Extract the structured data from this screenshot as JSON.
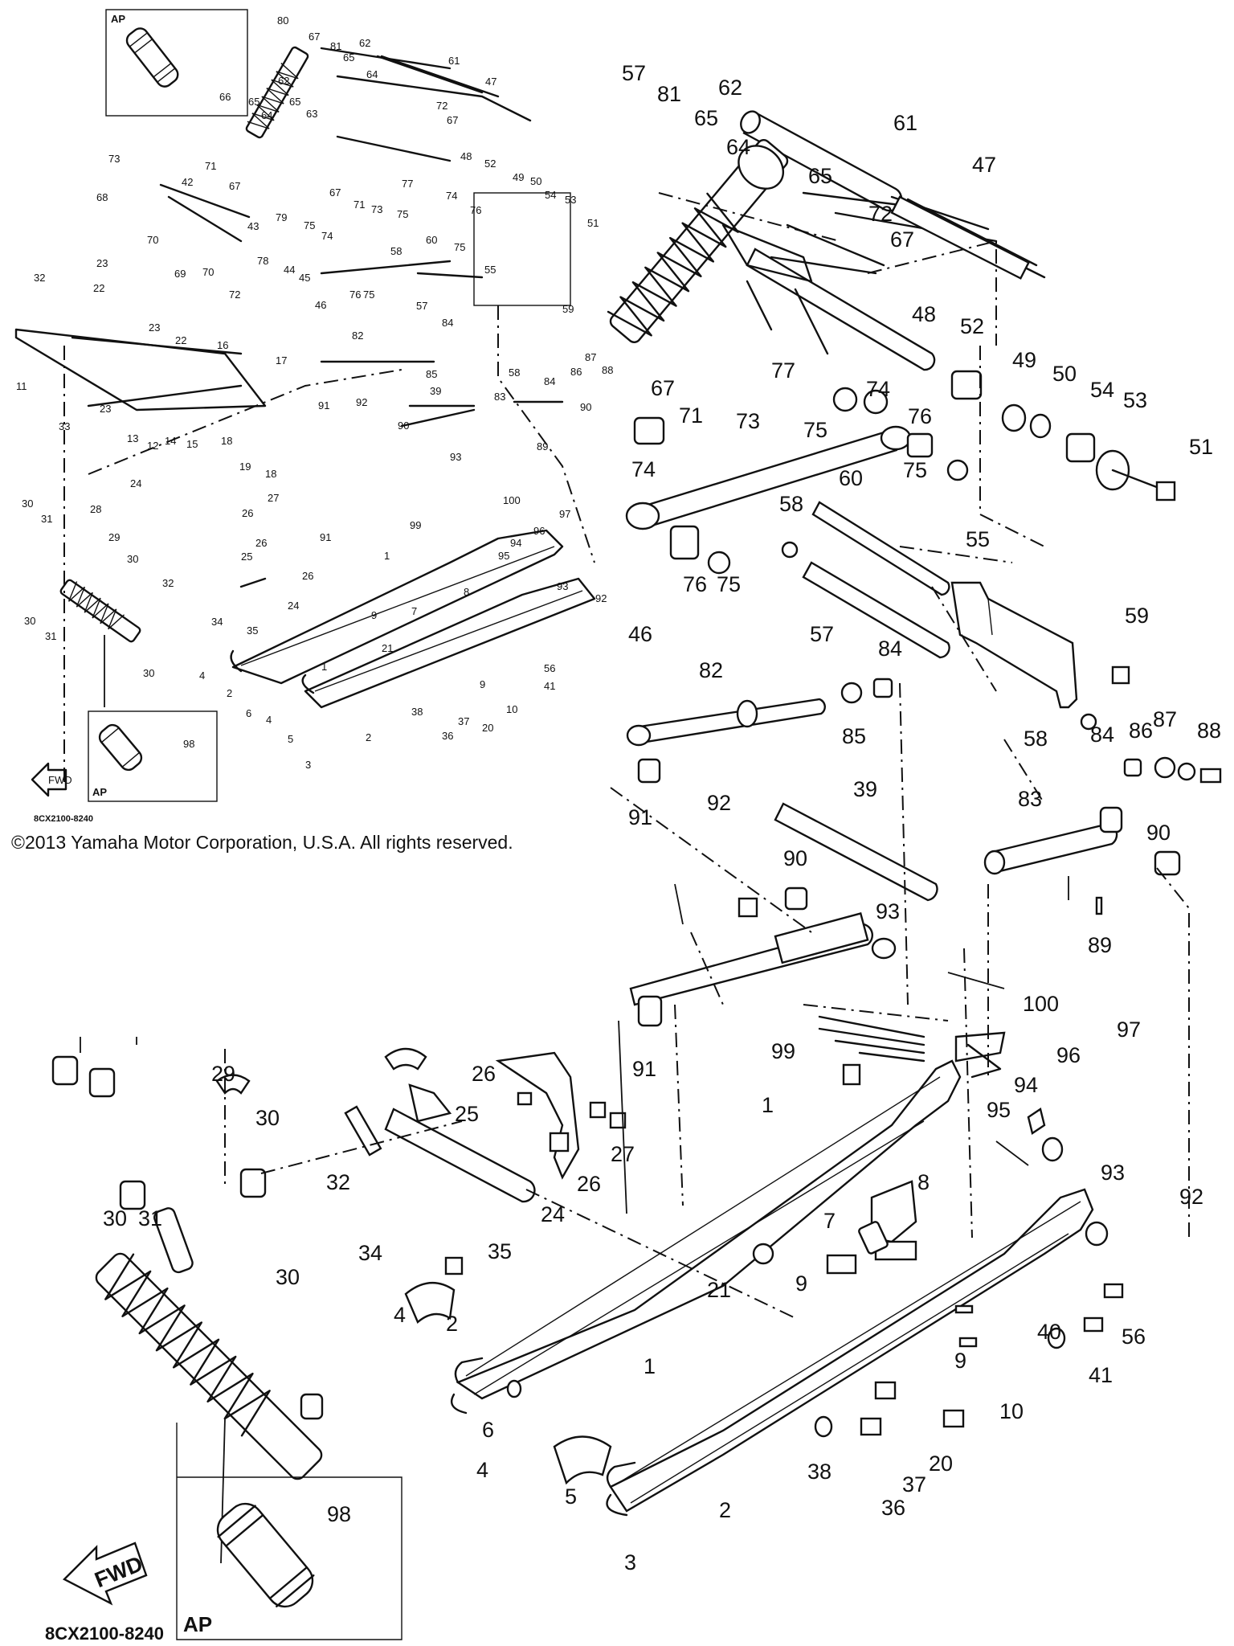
{
  "copyright": "©2013 Yamaha Motor Corporation, U.S.A. All rights reserved.",
  "diagram_code": "8CX2100-8240",
  "inset_label": "AP",
  "fwd_label": "FWD",
  "large_callouts": [
    {
      "id": "c57",
      "text": "57"
    },
    {
      "id": "c81",
      "text": "81"
    },
    {
      "id": "c62",
      "text": "62"
    },
    {
      "id": "c65a",
      "text": "65"
    },
    {
      "id": "c64",
      "text": "64"
    },
    {
      "id": "c61",
      "text": "61"
    },
    {
      "id": "c47",
      "text": "47"
    },
    {
      "id": "c65b",
      "text": "65"
    },
    {
      "id": "c72",
      "text": "72"
    },
    {
      "id": "c67a",
      "text": "67"
    },
    {
      "id": "c48",
      "text": "48"
    },
    {
      "id": "c52",
      "text": "52"
    },
    {
      "id": "c49",
      "text": "49"
    },
    {
      "id": "c50",
      "text": "50"
    },
    {
      "id": "c54",
      "text": "54"
    },
    {
      "id": "c53",
      "text": "53"
    },
    {
      "id": "c51",
      "text": "51"
    },
    {
      "id": "c77",
      "text": "77"
    },
    {
      "id": "c74a",
      "text": "74"
    },
    {
      "id": "c75a",
      "text": "75"
    },
    {
      "id": "c76a",
      "text": "76"
    },
    {
      "id": "c67b",
      "text": "67"
    },
    {
      "id": "c71",
      "text": "71"
    },
    {
      "id": "c73",
      "text": "73"
    },
    {
      "id": "c74b",
      "text": "74"
    },
    {
      "id": "c75b",
      "text": "75"
    },
    {
      "id": "c60",
      "text": "60"
    },
    {
      "id": "c58a",
      "text": "58"
    },
    {
      "id": "c76b",
      "text": "76"
    },
    {
      "id": "c75c",
      "text": "75"
    },
    {
      "id": "c55",
      "text": "55"
    },
    {
      "id": "c59",
      "text": "59"
    },
    {
      "id": "c46",
      "text": "46"
    },
    {
      "id": "c57b",
      "text": "57"
    },
    {
      "id": "c82",
      "text": "82"
    },
    {
      "id": "c84a",
      "text": "84"
    },
    {
      "id": "c85",
      "text": "85"
    },
    {
      "id": "c58b",
      "text": "58"
    },
    {
      "id": "c91a",
      "text": "91"
    },
    {
      "id": "c92a",
      "text": "92"
    },
    {
      "id": "c39",
      "text": "39"
    },
    {
      "id": "c90a",
      "text": "90"
    },
    {
      "id": "c84b",
      "text": "84"
    },
    {
      "id": "c86",
      "text": "86"
    },
    {
      "id": "c87",
      "text": "87"
    },
    {
      "id": "c88",
      "text": "88"
    },
    {
      "id": "c83",
      "text": "83"
    },
    {
      "id": "c90b",
      "text": "90"
    },
    {
      "id": "c89",
      "text": "89"
    },
    {
      "id": "c93a",
      "text": "93"
    },
    {
      "id": "c91b",
      "text": "91"
    },
    {
      "id": "c100",
      "text": "100"
    },
    {
      "id": "c99",
      "text": "99"
    },
    {
      "id": "c97",
      "text": "97"
    },
    {
      "id": "c96",
      "text": "96"
    },
    {
      "id": "c94",
      "text": "94"
    },
    {
      "id": "c95",
      "text": "95"
    },
    {
      "id": "c1a",
      "text": "1"
    },
    {
      "id": "c29",
      "text": "29"
    },
    {
      "id": "c30a",
      "text": "30"
    },
    {
      "id": "c26a",
      "text": "26"
    },
    {
      "id": "c25",
      "text": "25"
    },
    {
      "id": "c27",
      "text": "27"
    },
    {
      "id": "c26b",
      "text": "26"
    },
    {
      "id": "c24",
      "text": "24"
    },
    {
      "id": "c32",
      "text": "32"
    },
    {
      "id": "c30b",
      "text": "30"
    },
    {
      "id": "c31",
      "text": "31"
    },
    {
      "id": "c34",
      "text": "34"
    },
    {
      "id": "c35",
      "text": "35"
    },
    {
      "id": "c8",
      "text": "8"
    },
    {
      "id": "c7",
      "text": "7"
    },
    {
      "id": "c93b",
      "text": "93"
    },
    {
      "id": "c92b",
      "text": "92"
    },
    {
      "id": "c9a",
      "text": "9"
    },
    {
      "id": "c21",
      "text": "21"
    },
    {
      "id": "c30c",
      "text": "30"
    },
    {
      "id": "c4a",
      "text": "4"
    },
    {
      "id": "c2a",
      "text": "2"
    },
    {
      "id": "c40",
      "text": "40"
    },
    {
      "id": "c56",
      "text": "56"
    },
    {
      "id": "c41",
      "text": "41"
    },
    {
      "id": "c9b",
      "text": "9"
    },
    {
      "id": "c10",
      "text": "10"
    },
    {
      "id": "c1b",
      "text": "1"
    },
    {
      "id": "c6",
      "text": "6"
    },
    {
      "id": "c4b",
      "text": "4"
    },
    {
      "id": "c20",
      "text": "20"
    },
    {
      "id": "c37",
      "text": "37"
    },
    {
      "id": "c36",
      "text": "36"
    },
    {
      "id": "c38",
      "text": "38"
    },
    {
      "id": "c5",
      "text": "5"
    },
    {
      "id": "c2b",
      "text": "2"
    },
    {
      "id": "c3",
      "text": "3"
    },
    {
      "id": "c98",
      "text": "98"
    }
  ],
  "small_callouts": [
    {
      "id": "s80",
      "text": "80"
    },
    {
      "id": "s67a",
      "text": "67"
    },
    {
      "id": "s81",
      "text": "81"
    },
    {
      "id": "s62a",
      "text": "62"
    },
    {
      "id": "s61",
      "text": "61"
    },
    {
      "id": "s65a",
      "text": "65"
    },
    {
      "id": "s64a",
      "text": "64"
    },
    {
      "id": "s47",
      "text": "47"
    },
    {
      "id": "s66",
      "text": "66"
    },
    {
      "id": "s62b",
      "text": "62"
    },
    {
      "id": "s65b",
      "text": "65"
    },
    {
      "id": "s65c",
      "text": "65"
    },
    {
      "id": "s72a",
      "text": "72"
    },
    {
      "id": "s64b",
      "text": "64"
    },
    {
      "id": "s63",
      "text": "63"
    },
    {
      "id": "s67b",
      "text": "67"
    },
    {
      "id": "s73a",
      "text": "73"
    },
    {
      "id": "s71a",
      "text": "71"
    },
    {
      "id": "s67c",
      "text": "67"
    },
    {
      "id": "s48",
      "text": "48"
    },
    {
      "id": "s52",
      "text": "52"
    },
    {
      "id": "s42",
      "text": "42"
    },
    {
      "id": "s77",
      "text": "77"
    },
    {
      "id": "s74a",
      "text": "74"
    },
    {
      "id": "s49",
      "text": "49"
    },
    {
      "id": "s50",
      "text": "50"
    },
    {
      "id": "s54",
      "text": "54"
    },
    {
      "id": "s53",
      "text": "53"
    },
    {
      "id": "s67d",
      "text": "67"
    },
    {
      "id": "s71b",
      "text": "71"
    },
    {
      "id": "s68",
      "text": "68"
    },
    {
      "id": "s73b",
      "text": "73"
    },
    {
      "id": "s75a",
      "text": "75"
    },
    {
      "id": "s76a",
      "text": "76"
    },
    {
      "id": "s79",
      "text": "79"
    },
    {
      "id": "s75b",
      "text": "75"
    },
    {
      "id": "s74b",
      "text": "74"
    },
    {
      "id": "s43",
      "text": "43"
    },
    {
      "id": "s51",
      "text": "51"
    },
    {
      "id": "s70a",
      "text": "70"
    },
    {
      "id": "s75c",
      "text": "75"
    },
    {
      "id": "s60",
      "text": "60"
    },
    {
      "id": "s58a",
      "text": "58"
    },
    {
      "id": "s23a",
      "text": "23"
    },
    {
      "id": "s78",
      "text": "78"
    },
    {
      "id": "s44",
      "text": "44"
    },
    {
      "id": "s45",
      "text": "45"
    },
    {
      "id": "s76b",
      "text": "76"
    },
    {
      "id": "s75d",
      "text": "75"
    },
    {
      "id": "s55",
      "text": "55"
    },
    {
      "id": "s32",
      "text": "32"
    },
    {
      "id": "s69",
      "text": "69"
    },
    {
      "id": "s70b",
      "text": "70"
    },
    {
      "id": "s22a",
      "text": "22"
    },
    {
      "id": "s72b",
      "text": "72"
    },
    {
      "id": "s46",
      "text": "46"
    },
    {
      "id": "s57",
      "text": "57"
    },
    {
      "id": "s59",
      "text": "59"
    },
    {
      "id": "s23b",
      "text": "23"
    },
    {
      "id": "s22b",
      "text": "22"
    },
    {
      "id": "s84a",
      "text": "84"
    },
    {
      "id": "s16",
      "text": "16"
    },
    {
      "id": "s82",
      "text": "82"
    },
    {
      "id": "s85",
      "text": "85"
    },
    {
      "id": "s58b",
      "text": "58"
    },
    {
      "id": "s87",
      "text": "87"
    },
    {
      "id": "s11",
      "text": "11"
    },
    {
      "id": "s23c",
      "text": "23"
    },
    {
      "id": "s17",
      "text": "17"
    },
    {
      "id": "s86",
      "text": "86"
    },
    {
      "id": "s88",
      "text": "88"
    },
    {
      "id": "s84b",
      "text": "84"
    },
    {
      "id": "s91a",
      "text": "91"
    },
    {
      "id": "s39",
      "text": "39"
    },
    {
      "id": "s83",
      "text": "83"
    },
    {
      "id": "s90a",
      "text": "90"
    },
    {
      "id": "s33",
      "text": "33"
    },
    {
      "id": "s13",
      "text": "13"
    },
    {
      "id": "s12",
      "text": "12"
    },
    {
      "id": "s14",
      "text": "14"
    },
    {
      "id": "s15",
      "text": "15"
    },
    {
      "id": "s18a",
      "text": "18"
    },
    {
      "id": "s92a",
      "text": "92"
    },
    {
      "id": "s90b",
      "text": "90"
    },
    {
      "id": "s19",
      "text": "19"
    },
    {
      "id": "s18b",
      "text": "18"
    },
    {
      "id": "s89",
      "text": "89"
    },
    {
      "id": "s93a",
      "text": "93"
    },
    {
      "id": "s24a",
      "text": "24"
    },
    {
      "id": "s27",
      "text": "27"
    },
    {
      "id": "s26a",
      "text": "26"
    },
    {
      "id": "s100",
      "text": "100"
    },
    {
      "id": "s97",
      "text": "97"
    },
    {
      "id": "s91b",
      "text": "91"
    },
    {
      "id": "s99",
      "text": "99"
    },
    {
      "id": "s30a",
      "text": "30"
    },
    {
      "id": "s31a",
      "text": "31"
    },
    {
      "id": "s28",
      "text": "28"
    },
    {
      "id": "s29",
      "text": "29"
    },
    {
      "id": "s25",
      "text": "25"
    },
    {
      "id": "s26b",
      "text": "26"
    },
    {
      "id": "s96",
      "text": "96"
    },
    {
      "id": "s95",
      "text": "95"
    },
    {
      "id": "s94",
      "text": "94"
    },
    {
      "id": "s1a",
      "text": "1"
    },
    {
      "id": "s30b",
      "text": "30"
    },
    {
      "id": "s32b",
      "text": "32"
    },
    {
      "id": "s26c",
      "text": "26"
    },
    {
      "id": "s24b",
      "text": "24"
    },
    {
      "id": "s8",
      "text": "8"
    },
    {
      "id": "s7",
      "text": "7"
    },
    {
      "id": "s93b",
      "text": "93"
    },
    {
      "id": "s92b",
      "text": "92"
    },
    {
      "id": "s30c",
      "text": "30"
    },
    {
      "id": "s31b",
      "text": "31"
    },
    {
      "id": "s34",
      "text": "34"
    },
    {
      "id": "s35",
      "text": "35"
    },
    {
      "id": "s9a",
      "text": "9"
    },
    {
      "id": "s21",
      "text": "21"
    },
    {
      "id": "s56",
      "text": "56"
    },
    {
      "id": "s41",
      "text": "41"
    },
    {
      "id": "s30d",
      "text": "30"
    },
    {
      "id": "s4a",
      "text": "4"
    },
    {
      "id": "s2a",
      "text": "2"
    },
    {
      "id": "s9b",
      "text": "9"
    },
    {
      "id": "s10",
      "text": "10"
    },
    {
      "id": "s1b",
      "text": "1"
    },
    {
      "id": "s6",
      "text": "6"
    },
    {
      "id": "s4b",
      "text": "4"
    },
    {
      "id": "s20",
      "text": "20"
    },
    {
      "id": "s5",
      "text": "5"
    },
    {
      "id": "s38",
      "text": "38"
    },
    {
      "id": "s37",
      "text": "37"
    },
    {
      "id": "s36",
      "text": "36"
    },
    {
      "id": "s2b",
      "text": "2"
    },
    {
      "id": "s3",
      "text": "3"
    },
    {
      "id": "s98",
      "text": "98"
    }
  ]
}
